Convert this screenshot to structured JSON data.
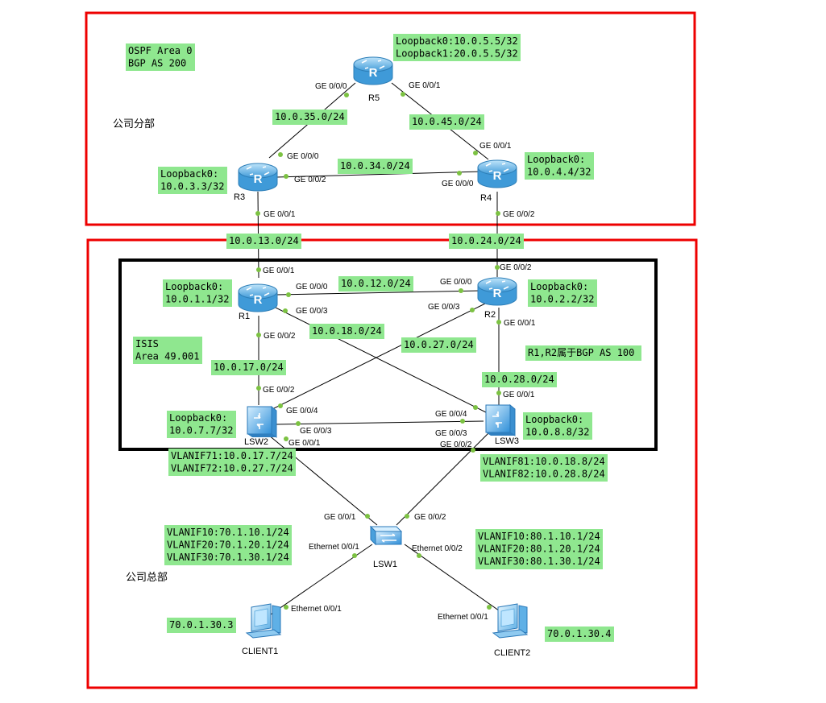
{
  "colors": {
    "region_border": "#ee0000",
    "isis_border": "#000000",
    "label_bg": "#8fe78f",
    "link": "#000000",
    "port_dot": "#7cc242",
    "router_body": "#4aa6e0",
    "switch_body": "#3a9be0"
  },
  "regions": {
    "branch_label": "公司分部",
    "hq_label": "公司总部"
  },
  "labels": {
    "ospf": [
      "OSPF Area 0",
      "BGP AS 200"
    ],
    "isis": [
      "ISIS",
      "Area 49.001"
    ],
    "bgp_as100": "R1,R2属于BGP AS 100",
    "r5_loop": [
      "Loopback0:10.0.5.5/32",
      "Loopback1:20.0.5.5/32"
    ],
    "r3_loop": [
      "Loopback0:",
      "10.0.3.3/32"
    ],
    "r4_loop": [
      "Loopback0:",
      "10.0.4.4/32"
    ],
    "r1_loop": [
      "Loopback0:",
      "10.0.1.1/32"
    ],
    "r2_loop": [
      "Loopback0:",
      "10.0.2.2/32"
    ],
    "lsw2_loop": [
      "Loopback0:",
      "10.0.7.7/32"
    ],
    "lsw3_loop": [
      "Loopback0:",
      "10.0.8.8/32"
    ],
    "lsw2_vlan": [
      "VLANIF71:10.0.17.7/24",
      "VLANIF72:10.0.27.7/24"
    ],
    "lsw3_vlan": [
      "VLANIF81:10.0.18.8/24",
      "VLANIF82:10.0.28.8/24"
    ],
    "lsw1_vlan_left": [
      "VLANIF10:70.1.10.1/24",
      "VLANIF20:70.1.20.1/24",
      "VLANIF30:70.1.30.1/24"
    ],
    "lsw1_vlan_right": [
      "VLANIF10:80.1.10.1/24",
      "VLANIF20:80.1.20.1/24",
      "VLANIF30:80.1.30.1/24"
    ],
    "client1_ip": "70.0.1.30.3",
    "client2_ip": "70.0.1.30.4"
  },
  "subnets": {
    "n35": "10.0.35.0/24",
    "n45": "10.0.45.0/24",
    "n34": "10.0.34.0/24",
    "n13": "10.0.13.0/24",
    "n24": "10.0.24.0/24",
    "n12": "10.0.12.0/24",
    "n18": "10.0.18.0/24",
    "n27": "10.0.27.0/24",
    "n17": "10.0.17.0/24",
    "n28": "10.0.28.0/24"
  },
  "devices": {
    "r5": "R5",
    "r3": "R3",
    "r4": "R4",
    "r1": "R1",
    "r2": "R2",
    "lsw2": "LSW2",
    "lsw3": "LSW3",
    "lsw1": "LSW1",
    "client1": "CLIENT1",
    "client2": "CLIENT2"
  },
  "ports": {
    "r5_g0": "GE 0/0/0",
    "r5_g1": "GE 0/0/1",
    "r3_g0": "GE 0/0/0",
    "r3_g2": "GE 0/0/2",
    "r3_g1": "GE 0/0/1",
    "r4_g1": "GE 0/0/1",
    "r4_g0": "GE 0/0/0",
    "r4_g2": "GE 0/0/2",
    "r1_g1": "GE 0/0/1",
    "r1_g0": "GE 0/0/0",
    "r1_g3": "GE 0/0/3",
    "r1_g2": "GE 0/0/2",
    "r2_g2": "GE 0/0/2",
    "r2_g0": "GE 0/0/0",
    "r2_g3": "GE 0/0/3",
    "r2_g1": "GE 0/0/1",
    "lsw2_g2": "GE 0/0/2",
    "lsw2_g4": "GE 0/0/4",
    "lsw2_g3": "GE 0/0/3",
    "lsw2_g1": "GE 0/0/1",
    "lsw3_g1": "GE 0/0/1",
    "lsw3_g4": "GE 0/0/4",
    "lsw3_g3": "GE 0/0/3",
    "lsw3_g2": "GE 0/0/2",
    "lsw1_g1": "GE 0/0/1",
    "lsw1_g2": "GE 0/0/2",
    "lsw1_e1": "Ethernet 0/0/1",
    "lsw1_e2": "Ethernet 0/0/2",
    "client1_e": "Ethernet 0/0/1",
    "client2_e": "Ethernet 0/0/1"
  }
}
